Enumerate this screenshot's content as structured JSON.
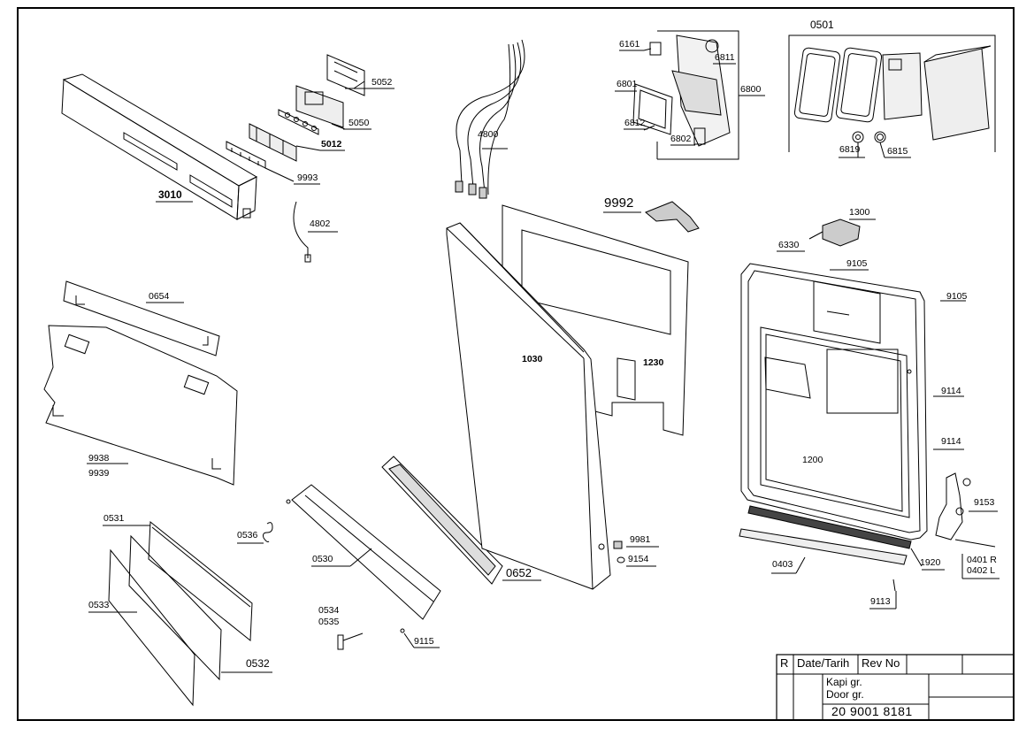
{
  "labels": {
    "p0501": "0501",
    "p6161": "6161",
    "p6811": "6811",
    "p6801": "6801",
    "p6800": "6800",
    "p6812": "6812",
    "p6802": "6802",
    "p6819": "6819",
    "p6815": "6815",
    "p5052": "5052",
    "p5050": "5050",
    "p5012": "5012",
    "p9993": "9993",
    "p3010": "3010",
    "p4802": "4802",
    "p4800": "4800",
    "p9992": "9992",
    "p1300": "1300",
    "p6330": "6330",
    "p9105a": "9105",
    "p9105b": "9105",
    "p9114a": "9114",
    "p9114b": "9114",
    "p1030": "1030",
    "p1230": "1230",
    "p1200": "1200",
    "p0654": "0654",
    "p9938": "9938",
    "p9939": "9939",
    "p0531": "0531",
    "p0536": "0536",
    "p0530": "0530",
    "p0652": "0652",
    "p9981": "9981",
    "p9154": "9154",
    "p9153": "9153",
    "p0403": "0403",
    "p1920": "1920",
    "p0401": "0401 R",
    "p0402": "0402 L",
    "p9113": "9113",
    "p0533": "0533",
    "p0534": "0534",
    "p0535": "0535",
    "p9115": "9115",
    "p0532": "0532"
  },
  "title_block": {
    "r": "R",
    "date": "Date/Tarih",
    "rev": "Rev No",
    "name_tr": "Kapi gr.",
    "name_en": "Door gr.",
    "doc_no": "20 9001 8181"
  }
}
